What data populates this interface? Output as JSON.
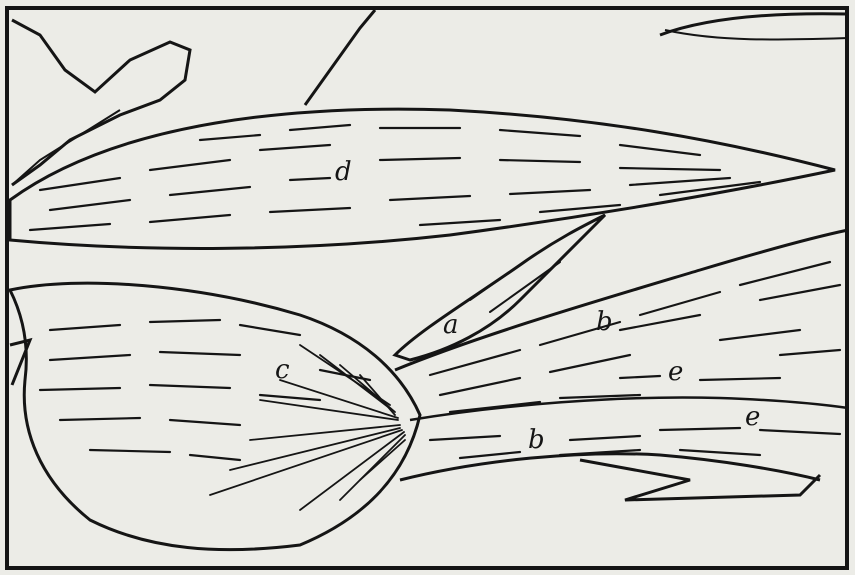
{
  "figure": {
    "background_color": "#ecece7",
    "ink_color": "#151515",
    "labels": {
      "a": "a",
      "b_upper": "b",
      "b_lower": "b",
      "c": "c",
      "d": "d",
      "e_upper": "e",
      "e_lower": "e"
    }
  }
}
